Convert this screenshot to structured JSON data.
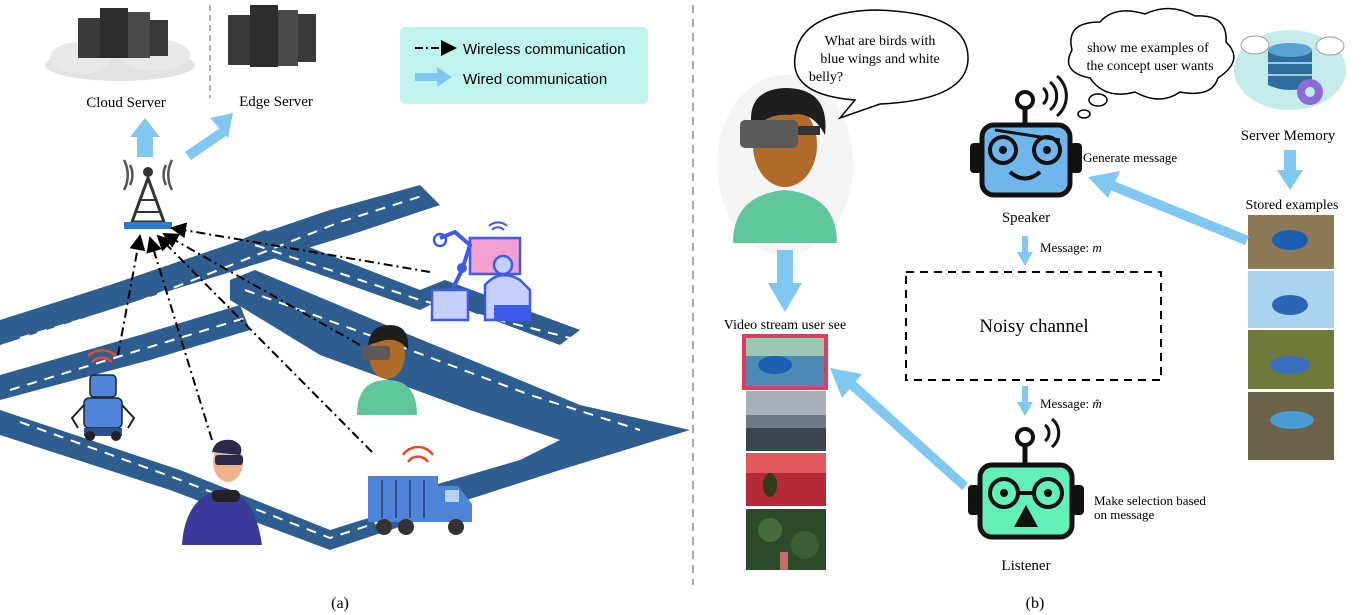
{
  "panel_a": {
    "caption": "(a)",
    "cloud_server_label": "Cloud Server",
    "edge_server_label": "Edge Server",
    "legend": {
      "wireless_label": "Wireless communication",
      "wired_label": "Wired communication",
      "background_color": "#bff4ee"
    }
  },
  "panel_b": {
    "caption": "(b)",
    "user_question_lines": [
      "What are birds with",
      "blue wings and white",
      "belly?"
    ],
    "speaker_thought_lines": [
      "show me examples of",
      "the concept user wants"
    ],
    "video_stream_label": "Video stream user see",
    "speaker_label": "Speaker",
    "generate_message_label": "Generate message",
    "message_top_label": "Message: ",
    "message_top_symbol": "m",
    "noisy_channel_label": "Noisy channel",
    "message_bottom_label": "Message: ",
    "message_bottom_symbol": "m̂",
    "listener_label": "Listener",
    "selection_lines": [
      "Make selection based",
      "on message"
    ],
    "server_memory_label": "Server Memory",
    "stored_examples_label": "Stored examples"
  },
  "colors": {
    "arrow_blue": "#80c8f2",
    "road_blue": "#2e5e8f",
    "robot_blue": "#6fb6ec",
    "listener_green": "#62f0b8",
    "selection_red": "#e23c5c",
    "skin": "#b06a2a",
    "shirt_green": "#5fc79a"
  },
  "icons": [
    "server-icon",
    "cloud-icon",
    "antenna-tower-icon",
    "robot-arm-icon",
    "vr-user-icon",
    "walking-robot-icon",
    "gamer-icon",
    "truck-icon",
    "database-icon",
    "gear-icon",
    "speaker-robot-icon",
    "listener-robot-icon"
  ]
}
